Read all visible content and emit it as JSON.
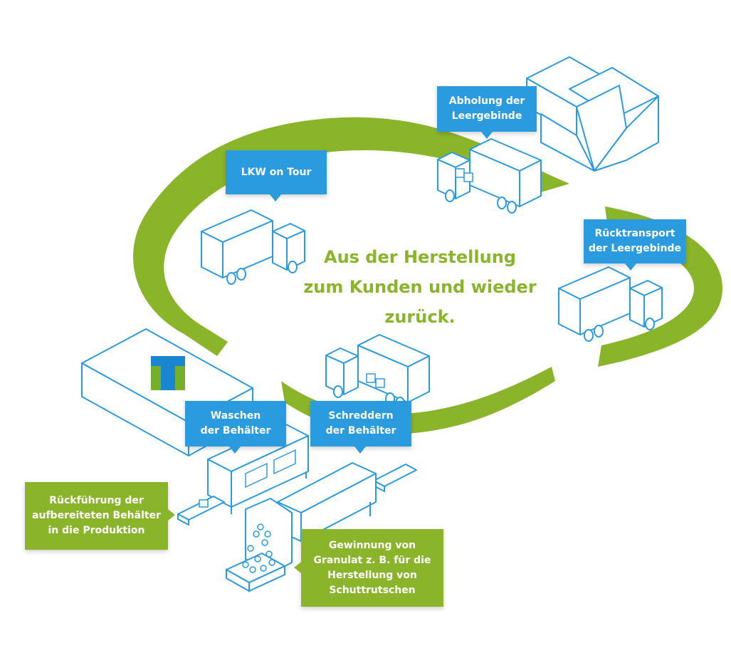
{
  "colors": {
    "loop_green": "#8ab52a",
    "label_blue": "#2b9be0",
    "line_blue": "#2b9be0",
    "logo_blue": "#1a86d0",
    "logo_green": "#74b02c"
  },
  "center_text": {
    "line1": "Aus der Herstellung",
    "line2": "zum Kunden und wieder",
    "line3": "zurück."
  },
  "labels": {
    "pickup": {
      "line1": "Abholung der",
      "line2": "Leergebinde"
    },
    "lkw": {
      "line1": "LKW on Tour"
    },
    "return_transport": {
      "line1": "Rücktransport",
      "line2": "der Leergebinde"
    },
    "washing": {
      "line1": "Waschen",
      "line2": "der Behälter"
    },
    "shredding": {
      "line1": "Schreddern",
      "line2": "der Behälter"
    },
    "return_production": {
      "line1": "Rückführung der",
      "line2": "aufbereiteten Behälter",
      "line3": "in die Produktion"
    },
    "granulate": {
      "line1": "Gewinnung von",
      "line2": "Granulat z. B. für die",
      "line3": "Herstellung von",
      "line4": "Schuttrutschen"
    }
  },
  "icons": {
    "logo": "company-logo-icon",
    "factory": "factory-building-icon",
    "warehouse": "warehouse-icon",
    "truck": "truck-icon",
    "washer": "washing-machine-icon",
    "shredder": "shredder-icon",
    "conveyor": "conveyor-belt-icon",
    "granulate": "granulate-bin-icon"
  }
}
